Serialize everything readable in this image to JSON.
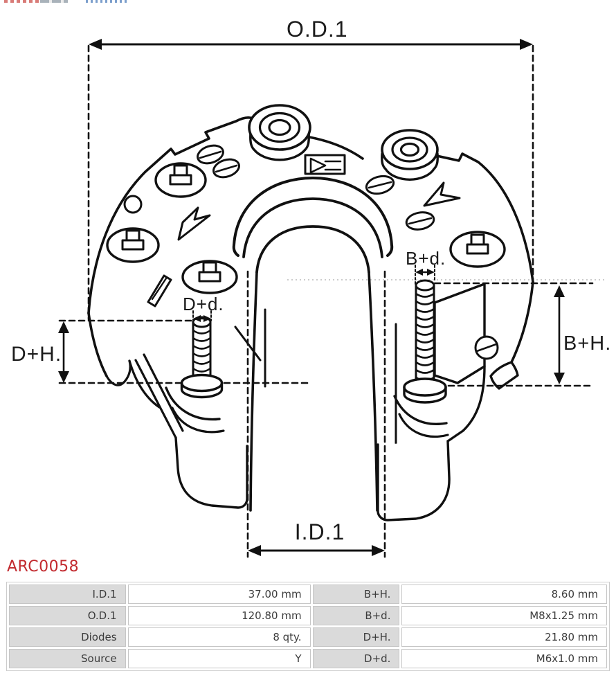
{
  "brand": {
    "logo_icon": "aspl-logo-strip"
  },
  "part_number": "ARC0058",
  "colors": {
    "part_number_red": "#c2292e",
    "drawing_line": "#111111",
    "table_label_bg": "#dadada",
    "table_border": "#c6c6c6"
  },
  "diagram": {
    "dim_labels": {
      "od1": "O.D.1",
      "id1": "I.D.1",
      "dh": "D+H.",
      "bh": "B+H.",
      "bd": "B+d.",
      "dd": "D+d."
    }
  },
  "specs": {
    "rows": [
      [
        "I.D.1",
        "37.00 mm",
        "B+H.",
        "8.60 mm"
      ],
      [
        "O.D.1",
        "120.80 mm",
        "B+d.",
        "M8x1.25 mm"
      ],
      [
        "Diodes",
        "8 qty.",
        "D+H.",
        "21.80 mm"
      ],
      [
        "Source",
        "Y",
        "D+d.",
        "M6x1.0 mm"
      ]
    ]
  }
}
